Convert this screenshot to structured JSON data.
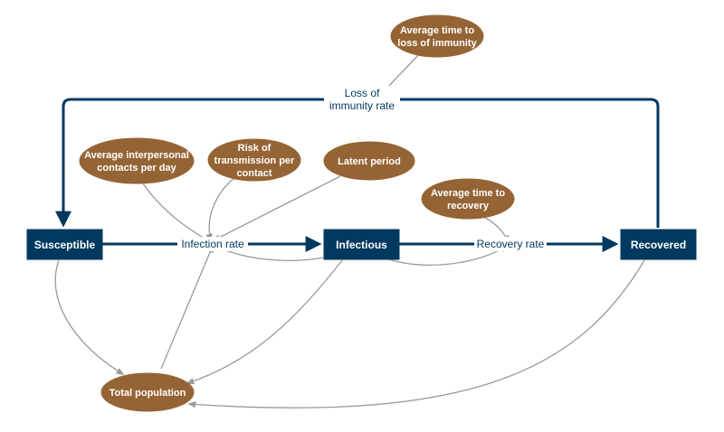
{
  "colors": {
    "stock": "#00395f",
    "auxiliary": "#956435",
    "link": "#9a9a9a",
    "background": "#ffffff"
  },
  "stocks": {
    "susceptible": "Susceptible",
    "infectious": "Infectious",
    "recovered": "Recovered"
  },
  "flows": {
    "infection_rate": "Infection rate",
    "recovery_rate": "Recovery rate",
    "loss_of_immunity_rate": [
      "Loss of",
      "immunity rate"
    ]
  },
  "auxiliaries": {
    "avg_interpersonal_contacts": [
      "Average interpersonal",
      "contacts per day"
    ],
    "risk_of_transmission": [
      "Risk of",
      "transmission per",
      "contact"
    ],
    "latent_period": [
      "Latent period"
    ],
    "avg_time_to_recovery": [
      "Average time to",
      "recovery"
    ],
    "avg_time_to_loss_of_immunity": [
      "Average time to",
      "loss of immunity"
    ],
    "total_population": [
      "Total population"
    ]
  }
}
